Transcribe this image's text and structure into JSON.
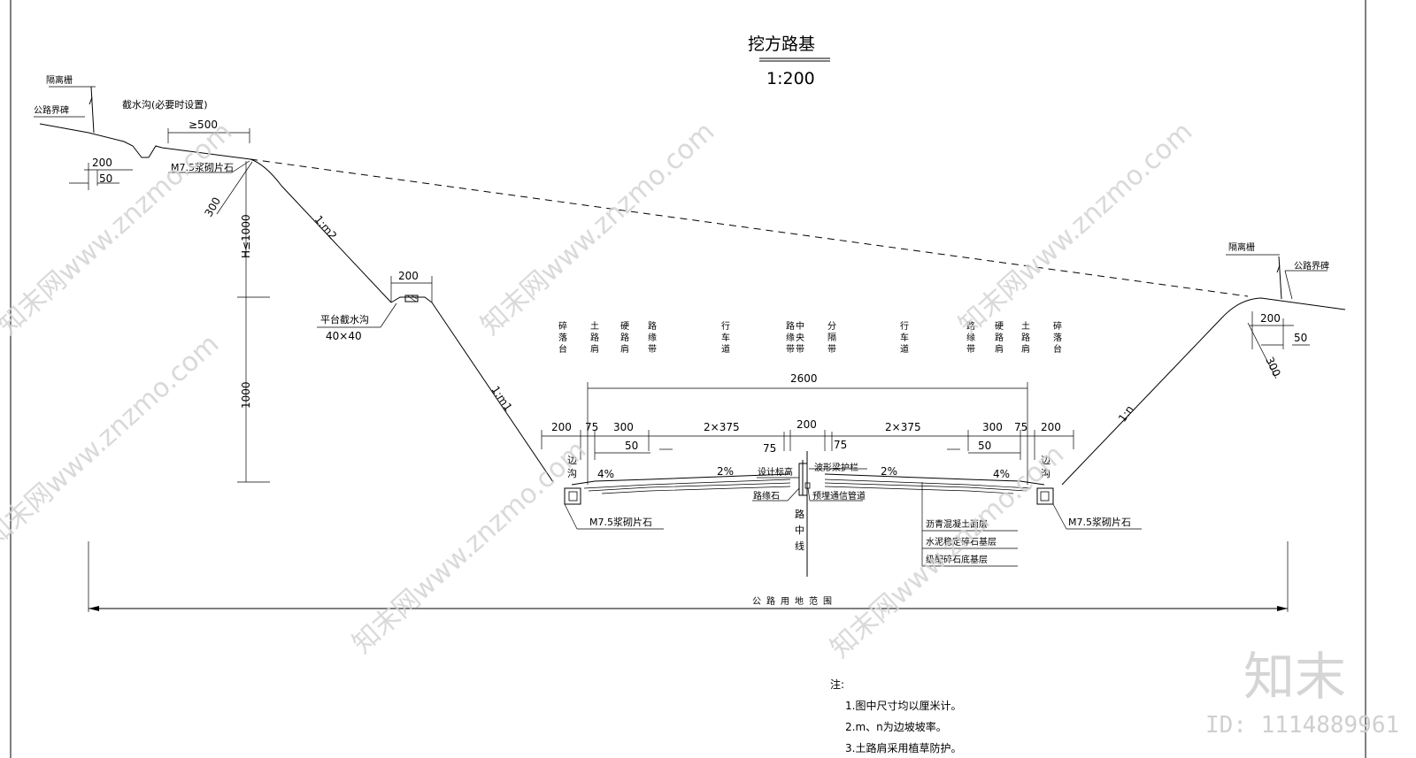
{
  "title": "挖方路基",
  "scale": "1:200",
  "left_side": {
    "fence": "隔离栅",
    "boundary_marker": "公路界碑",
    "intercept_ditch": "截水沟(必要时设置)",
    "dim_min500": "≥500",
    "dim_200": "200",
    "dim_50": "50",
    "masonry": "M7.5浆砌片石",
    "dim_300": "300",
    "height_limit": "H≤1000",
    "slope_upper": "1:m2",
    "platform_dim": "200",
    "platform_ditch": "平台截水沟",
    "platform_ditch_size": "40×40",
    "dim_1000": "1000",
    "slope_lower": "1:m1"
  },
  "right_side": {
    "fence": "隔离栅",
    "boundary_marker": "公路界碑",
    "dim_200": "200",
    "dim_50": "50",
    "dim_300": "300",
    "slope": "1:n"
  },
  "cross_section_labels": [
    "碎落台",
    "土路肩",
    "硬路肩",
    "路缘带",
    "行车道",
    "路缘带",
    "中央带",
    "分隔带",
    "行车道",
    "路缘带",
    "硬路肩",
    "土路肩",
    "碎落台"
  ],
  "dimensions": {
    "total": "2600",
    "d200_left": "200",
    "d75_left": "75",
    "d300_left": "300",
    "lanes_left": "2×375",
    "median": "200",
    "lanes_right": "2×375",
    "d300_right": "300",
    "d75_right": "75",
    "d200_right": "200",
    "d50_left": "50",
    "d75_inner_left": "75",
    "d75_inner_right": "75",
    "d50_right": "50"
  },
  "slopes": {
    "left_shoulder": "4%",
    "left_lane": "2%",
    "right_lane": "2%",
    "right_shoulder": "4%"
  },
  "annotations": {
    "side_ditch_left": "边沟",
    "side_ditch_right": "边沟",
    "design_elevation": "设计标高",
    "guardrail": "波形梁护栏",
    "curb": "路缘石",
    "conduit": "预埋通信管道",
    "centerline": "路中线",
    "masonry_left": "M7.5浆砌片石",
    "masonry_right": "M7.5浆砌片石",
    "layer1": "沥青混凝土面层",
    "layer2": "水泥稳定碎石基层",
    "layer3": "级配碎石底基层",
    "right_of_way": "公路用地范围"
  },
  "notes": {
    "heading": "注:",
    "items": [
      "1.图中尺寸均以厘米计。",
      "2.m、n为边坡坡率。",
      "3.土路肩采用植草防护。"
    ]
  },
  "watermark": {
    "text": "知末网www.znzmo.com",
    "logo": "知末",
    "id": "ID: 1114889961"
  }
}
